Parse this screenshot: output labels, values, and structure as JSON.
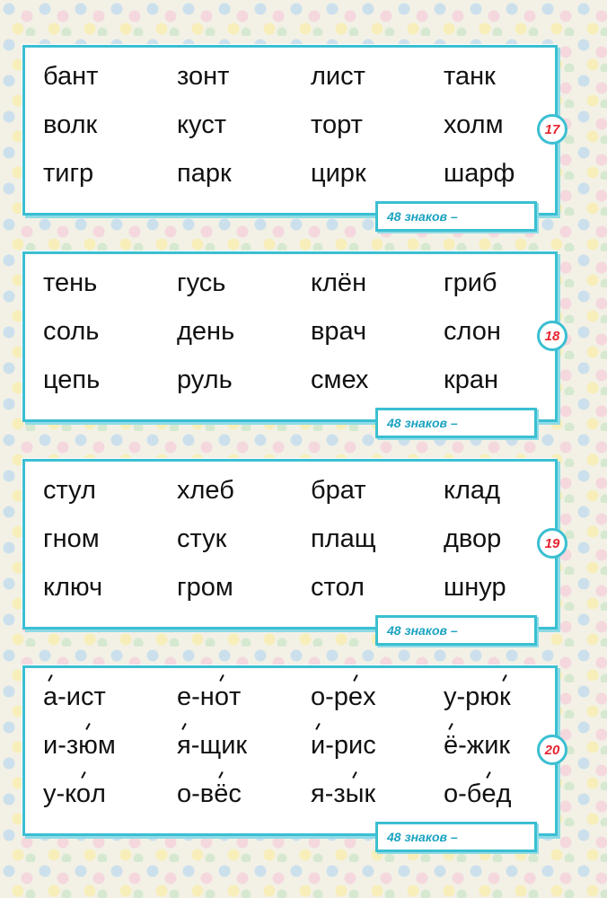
{
  "colors": {
    "frame": "#3bbfd2",
    "number": "#e62430",
    "count_text": "#1aa3c0"
  },
  "cards": [
    {
      "number": "17",
      "count_label": "48 знаков –",
      "rows": [
        [
          {
            "t": "бант"
          },
          {
            "t": "зонт"
          },
          {
            "t": "лист"
          },
          {
            "t": "танк"
          }
        ],
        [
          {
            "t": "волк"
          },
          {
            "t": "куст"
          },
          {
            "t": "торт"
          },
          {
            "t": "холм"
          }
        ],
        [
          {
            "t": "тигр"
          },
          {
            "t": "парк"
          },
          {
            "t": "цирк"
          },
          {
            "t": "шарф"
          }
        ]
      ]
    },
    {
      "number": "18",
      "count_label": "48 знаков –",
      "rows": [
        [
          {
            "t": "тень"
          },
          {
            "t": "гусь"
          },
          {
            "t": "клён"
          },
          {
            "t": "гриб"
          }
        ],
        [
          {
            "t": "соль"
          },
          {
            "t": "день"
          },
          {
            "t": "врач"
          },
          {
            "t": "слон"
          }
        ],
        [
          {
            "t": "цепь"
          },
          {
            "t": "руль"
          },
          {
            "t": "смех"
          },
          {
            "t": "кран"
          }
        ]
      ]
    },
    {
      "number": "19",
      "count_label": "48 знаков –",
      "rows": [
        [
          {
            "t": "стул"
          },
          {
            "t": "хлеб"
          },
          {
            "t": "брат"
          },
          {
            "t": "клад"
          }
        ],
        [
          {
            "t": "гном"
          },
          {
            "t": "стук"
          },
          {
            "t": "плащ"
          },
          {
            "t": "двор"
          }
        ],
        [
          {
            "t": "ключ"
          },
          {
            "t": "гром"
          },
          {
            "t": "стол"
          },
          {
            "t": "шнур"
          }
        ]
      ]
    },
    {
      "number": "20",
      "count_label": "48 знаков –",
      "rows": [
        [
          {
            "t": "а-ист",
            "stress": 0
          },
          {
            "t": "е-нот",
            "stress": 3
          },
          {
            "t": "о-рех",
            "stress": 3
          },
          {
            "t": "у-рюк",
            "stress": 4
          }
        ],
        [
          {
            "t": "и-зюм",
            "stress": 3
          },
          {
            "t": "я-щик",
            "stress": 0
          },
          {
            "t": "и-рис",
            "stress": 0
          },
          {
            "t": "ё-жик",
            "stress": 0
          }
        ],
        [
          {
            "t": "у-кол",
            "stress": 3
          },
          {
            "t": "о-вёс",
            "stress": 3
          },
          {
            "t": "я-зык",
            "stress": 3
          },
          {
            "t": "о-бед",
            "stress": 3
          }
        ]
      ]
    }
  ]
}
